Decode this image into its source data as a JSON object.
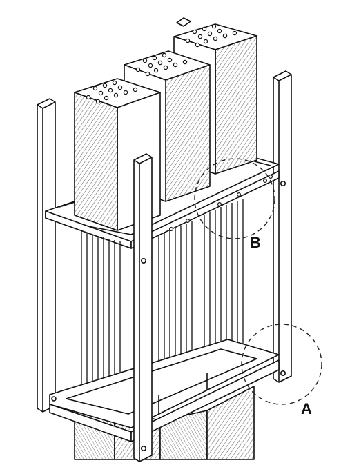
{
  "diagram": {
    "callouts": [
      {
        "id": "B",
        "label": "B"
      },
      {
        "id": "A",
        "label": "A"
      }
    ],
    "colors": {
      "line": "#111111",
      "paper": "#ffffff",
      "hatch": "#555555",
      "dashed_callout": "#222222"
    }
  }
}
